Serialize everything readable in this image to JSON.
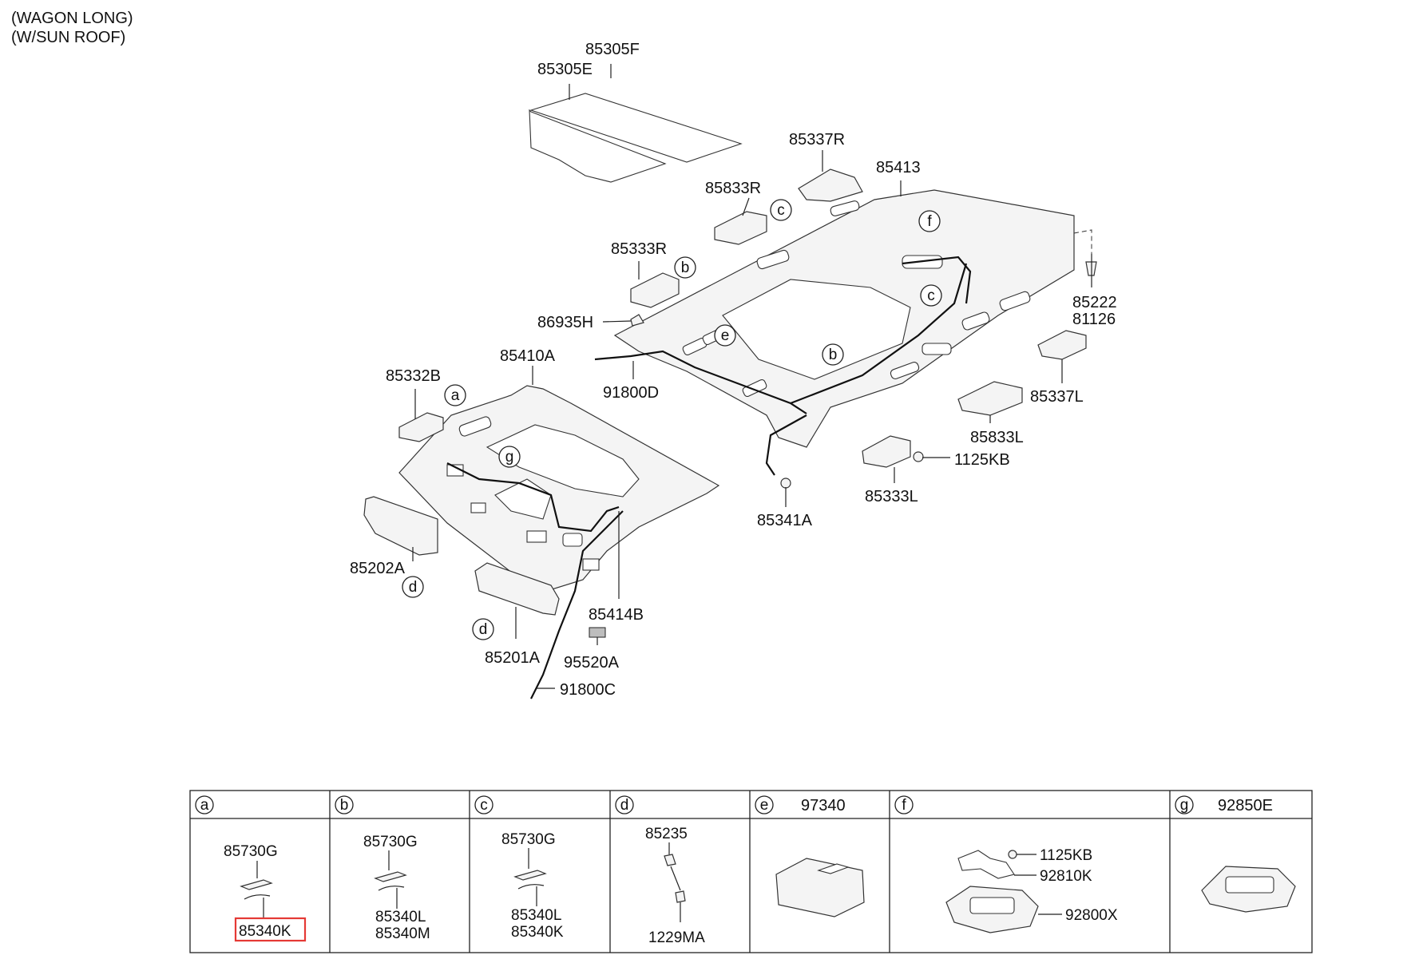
{
  "header": {
    "line1": "(WAGON LONG)",
    "line2": "(W/SUN ROOF)"
  },
  "callouts": {
    "p85305F": "85305F",
    "p85305E": "85305E",
    "p85337R": "85337R",
    "p85413": "85413",
    "p85833R": "85833R",
    "p85333R": "85333R",
    "p86935H": "86935H",
    "p85222": "85222",
    "p81126": "81126",
    "p85410A": "85410A",
    "p91800D": "91800D",
    "p85332B": "85332B",
    "p85337L": "85337L",
    "p85833L": "85833L",
    "p1125KB": "1125KB",
    "p85333L": "85333L",
    "p85341A": "85341A",
    "p85202A": "85202A",
    "p85414B": "85414B",
    "p85201A": "85201A",
    "p95520A": "95520A",
    "p91800C": "91800C"
  },
  "markers": {
    "a": "a",
    "b": "b",
    "c": "c",
    "d": "d",
    "e": "e",
    "f": "f",
    "g": "g"
  },
  "table": {
    "cols": [
      {
        "key": "a",
        "header": "",
        "parts": [
          "85730G",
          "85340K"
        ]
      },
      {
        "key": "b",
        "header": "",
        "parts": [
          "85730G",
          "85340L",
          "85340M"
        ]
      },
      {
        "key": "c",
        "header": "",
        "parts": [
          "85730G",
          "85340L",
          "85340K"
        ]
      },
      {
        "key": "d",
        "header": "",
        "parts": [
          "85235",
          "1229MA"
        ]
      },
      {
        "key": "e",
        "header": "97340",
        "parts": []
      },
      {
        "key": "f",
        "header": "",
        "parts": [
          "1125KB",
          "92810K",
          "92800X"
        ]
      },
      {
        "key": "g",
        "header": "92850E",
        "parts": []
      }
    ],
    "highlighted": "85340K"
  },
  "colors": {
    "line": "#222222",
    "highlight": "#e53935",
    "background": "#ffffff"
  }
}
